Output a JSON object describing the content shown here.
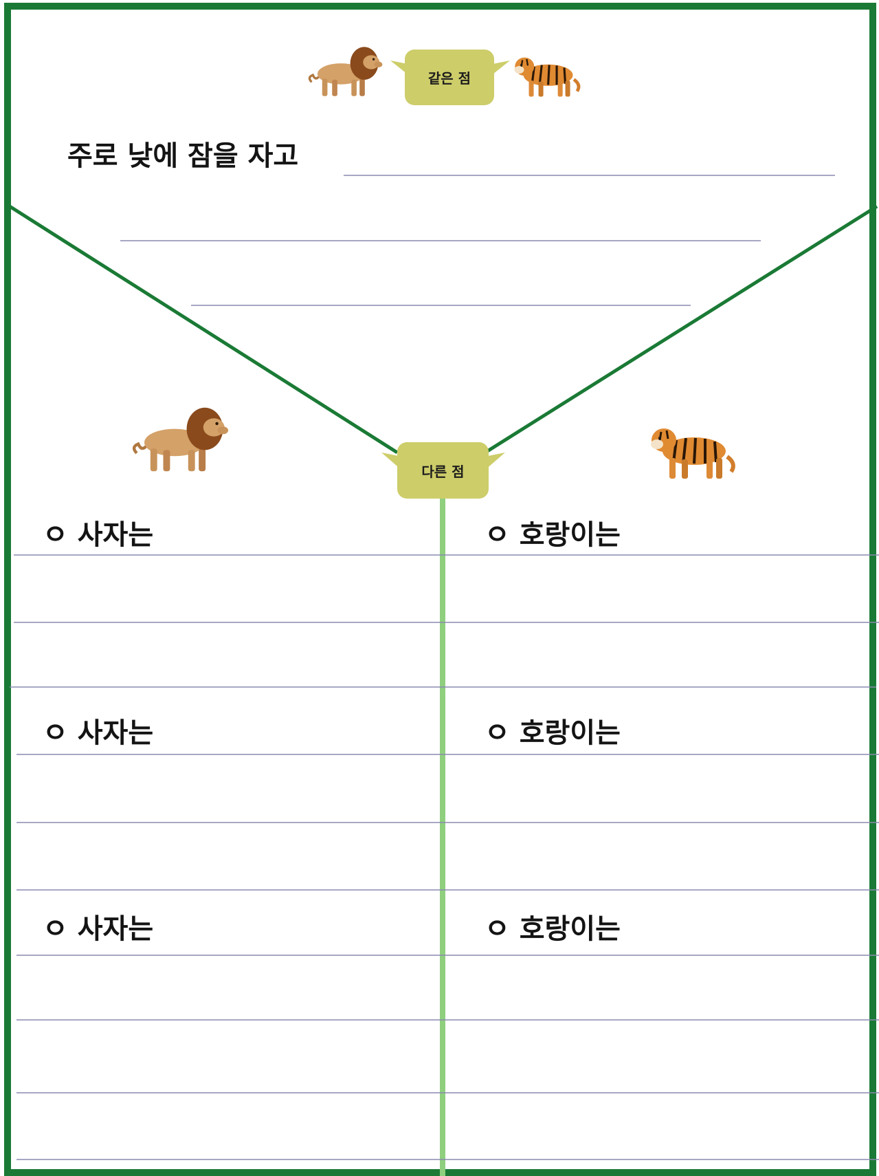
{
  "worksheet": {
    "same_label": "같은 점",
    "different_label": "다른 점",
    "same_prompt": "주로 낮에 잠을 자고",
    "lion_items": [
      "ㅇ 사자는",
      "ㅇ 사자는",
      "ㅇ 사자는"
    ],
    "tiger_items": [
      "ㅇ 호랑이는",
      "ㅇ 호랑이는",
      "ㅇ 호랑이는"
    ]
  },
  "colors": {
    "frame_green": "#1a7a35",
    "divider_light_green": "#8fcf7e",
    "bubble_fill": "#cdcd6a",
    "rule_line": "#8a8ab0"
  },
  "icons": [
    "lion-icon",
    "tiger-icon"
  ]
}
